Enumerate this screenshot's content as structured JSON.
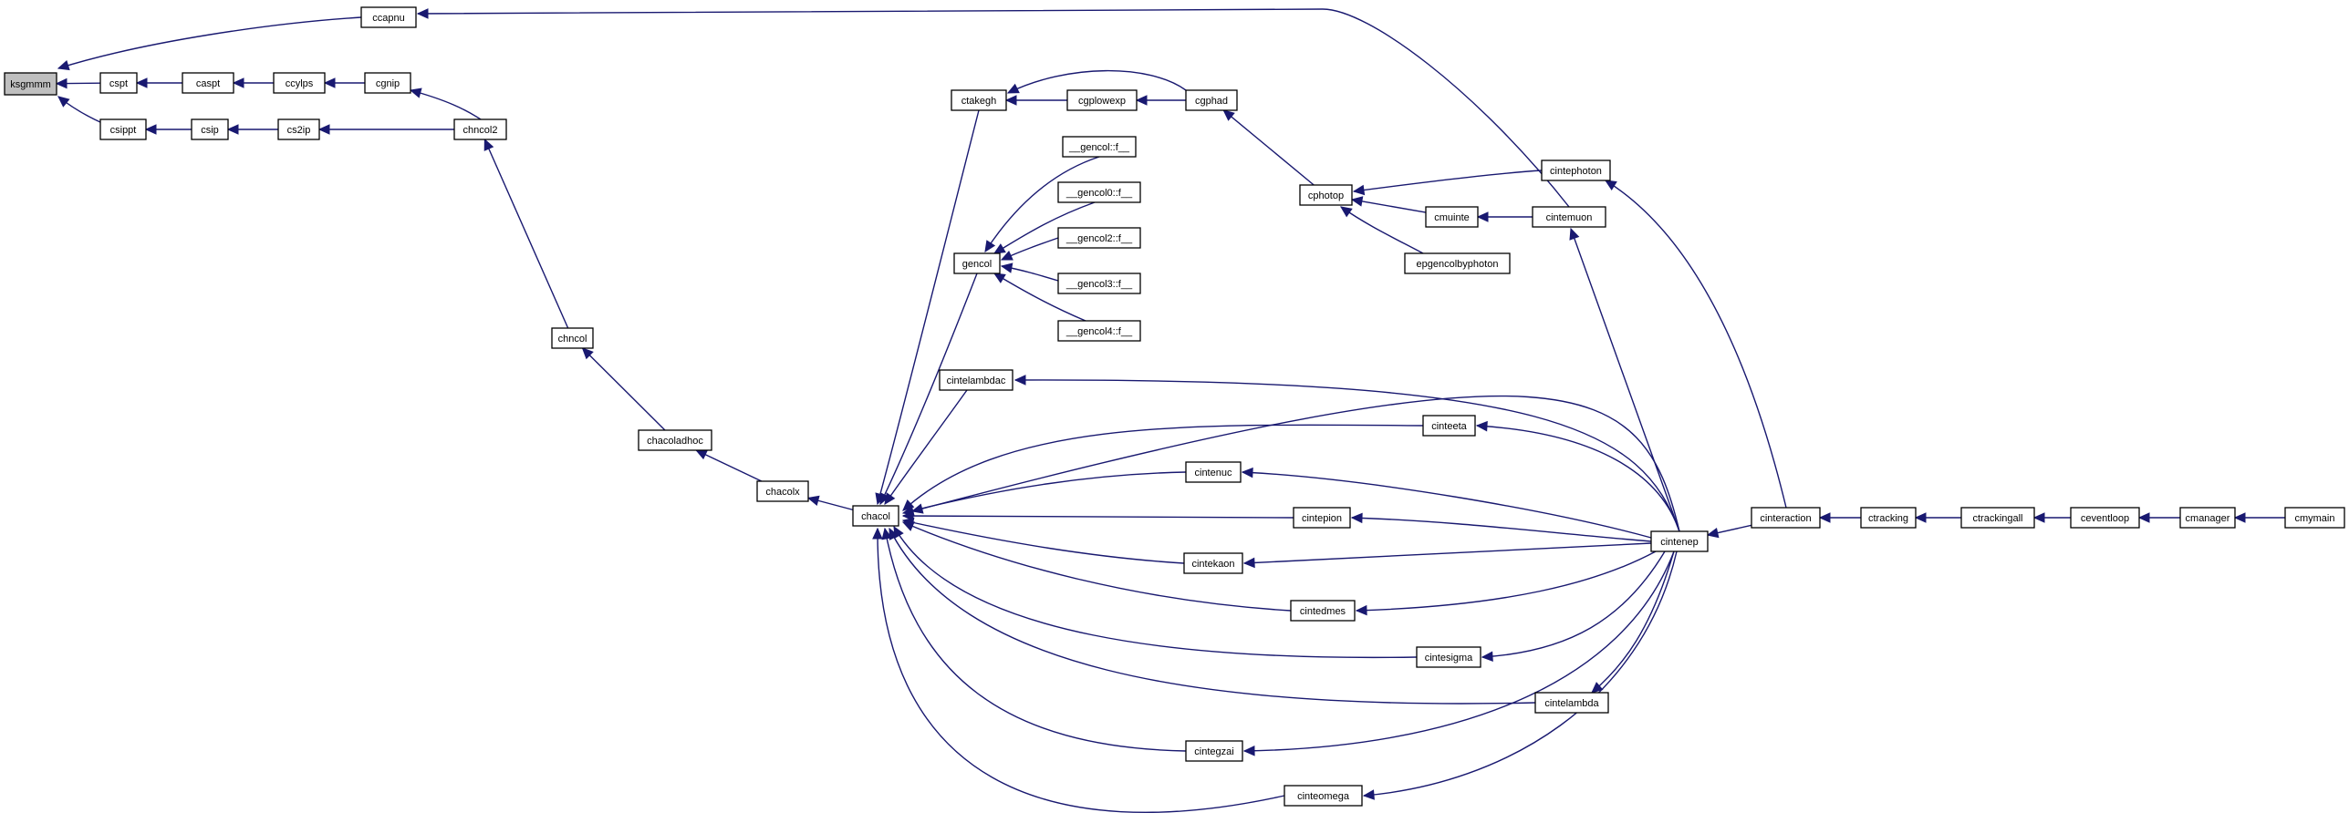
{
  "graph": {
    "type": "call-graph",
    "root": "ksgmmm",
    "nodes": [
      {
        "id": "ksgmmm",
        "label": "ksgmmm",
        "root": true
      },
      {
        "id": "ccapnu",
        "label": "ccapnu"
      },
      {
        "id": "cspt",
        "label": "cspt"
      },
      {
        "id": "caspt",
        "label": "caspt"
      },
      {
        "id": "ccylps",
        "label": "ccylps"
      },
      {
        "id": "cgnip",
        "label": "cgnip"
      },
      {
        "id": "csippt",
        "label": "csippt"
      },
      {
        "id": "csip",
        "label": "csip"
      },
      {
        "id": "cs2ip",
        "label": "cs2ip"
      },
      {
        "id": "chncol2",
        "label": "chncol2"
      },
      {
        "id": "chncol",
        "label": "chncol"
      },
      {
        "id": "chacoladhoc",
        "label": "chacoladhoc"
      },
      {
        "id": "chacolx",
        "label": "chacolx"
      },
      {
        "id": "chacol",
        "label": "chacol"
      },
      {
        "id": "ctakegh",
        "label": "ctakegh"
      },
      {
        "id": "cgplowexp",
        "label": "cgplowexp"
      },
      {
        "id": "cgphad",
        "label": "cgphad"
      },
      {
        "id": "gencol1",
        "label": "__gencol::f__"
      },
      {
        "id": "gencol0",
        "label": "__gencol0::f__"
      },
      {
        "id": "gencol2",
        "label": "__gencol2::f__"
      },
      {
        "id": "gencol3",
        "label": "__gencol3::f__"
      },
      {
        "id": "gencol4",
        "label": "__gencol4::f__"
      },
      {
        "id": "gencol",
        "label": "gencol"
      },
      {
        "id": "cphotop",
        "label": "cphotop"
      },
      {
        "id": "cintephoton",
        "label": "cintephoton"
      },
      {
        "id": "cmuinte",
        "label": "cmuinte"
      },
      {
        "id": "cintemuon",
        "label": "cintemuon"
      },
      {
        "id": "epgencolbyphoton",
        "label": "epgencolbyphoton"
      },
      {
        "id": "cintelambdac",
        "label": "cintelambdac"
      },
      {
        "id": "cinteeta",
        "label": "cinteeta"
      },
      {
        "id": "cintenuc",
        "label": "cintenuc"
      },
      {
        "id": "cintepion",
        "label": "cintepion"
      },
      {
        "id": "cintekaon",
        "label": "cintekaon"
      },
      {
        "id": "cintedmes",
        "label": "cintedmes"
      },
      {
        "id": "cintesigma",
        "label": "cintesigma"
      },
      {
        "id": "cintelambda",
        "label": "cintelambda"
      },
      {
        "id": "cintegzai",
        "label": "cintegzai"
      },
      {
        "id": "cinteomega",
        "label": "cinteomega"
      },
      {
        "id": "cintenep",
        "label": "cintenep"
      },
      {
        "id": "cinteraction",
        "label": "cinteraction"
      },
      {
        "id": "ctracking",
        "label": "ctracking"
      },
      {
        "id": "ctrackingall",
        "label": "ctrackingall"
      },
      {
        "id": "ceventloop",
        "label": "ceventloop"
      },
      {
        "id": "cmanager",
        "label": "cmanager"
      },
      {
        "id": "cmymain",
        "label": "cmymain"
      }
    ],
    "edges": [
      {
        "from": "ccapnu",
        "to": "ksgmmm"
      },
      {
        "from": "cspt",
        "to": "ksgmmm"
      },
      {
        "from": "csippt",
        "to": "ksgmmm"
      },
      {
        "from": "caspt",
        "to": "cspt"
      },
      {
        "from": "ccylps",
        "to": "caspt"
      },
      {
        "from": "cgnip",
        "to": "ccylps"
      },
      {
        "from": "chncol2",
        "to": "cgnip"
      },
      {
        "from": "csip",
        "to": "csippt"
      },
      {
        "from": "cs2ip",
        "to": "csip"
      },
      {
        "from": "chncol2",
        "to": "cs2ip"
      },
      {
        "from": "chncol",
        "to": "chncol2"
      },
      {
        "from": "chacoladhoc",
        "to": "chncol"
      },
      {
        "from": "chacolx",
        "to": "chacoladhoc"
      },
      {
        "from": "chacol",
        "to": "chacolx"
      },
      {
        "from": "ctakegh",
        "to": "chacol"
      },
      {
        "from": "gencol",
        "to": "chacol"
      },
      {
        "from": "cintelambdac",
        "to": "chacol"
      },
      {
        "from": "cinteeta",
        "to": "chacol"
      },
      {
        "from": "cintenuc",
        "to": "chacol"
      },
      {
        "from": "cintepion",
        "to": "chacol"
      },
      {
        "from": "cintekaon",
        "to": "chacol"
      },
      {
        "from": "cintedmes",
        "to": "chacol"
      },
      {
        "from": "cintesigma",
        "to": "chacol"
      },
      {
        "from": "cintelambda",
        "to": "chacol"
      },
      {
        "from": "cintegzai",
        "to": "chacol"
      },
      {
        "from": "cinteomega",
        "to": "chacol"
      },
      {
        "from": "cgplowexp",
        "to": "ctakegh"
      },
      {
        "from": "cgphad",
        "to": "ctakegh"
      },
      {
        "from": "cgphad",
        "to": "cgplowexp"
      },
      {
        "from": "cphotop",
        "to": "cgphad"
      },
      {
        "from": "gencol1",
        "to": "gencol"
      },
      {
        "from": "gencol0",
        "to": "gencol"
      },
      {
        "from": "gencol2",
        "to": "gencol"
      },
      {
        "from": "gencol3",
        "to": "gencol"
      },
      {
        "from": "gencol4",
        "to": "gencol"
      },
      {
        "from": "cintephoton",
        "to": "cphotop"
      },
      {
        "from": "cmuinte",
        "to": "cphotop"
      },
      {
        "from": "epgencolbyphoton",
        "to": "cphotop"
      },
      {
        "from": "cintemuon",
        "to": "cmuinte"
      },
      {
        "from": "cintemuon",
        "to": "ccapnu"
      },
      {
        "from": "cintenep",
        "to": "cintelambdac"
      },
      {
        "from": "cintenep",
        "to": "cinteeta"
      },
      {
        "from": "cintenep",
        "to": "cintenuc"
      },
      {
        "from": "cintenep",
        "to": "cintepion"
      },
      {
        "from": "cintenep",
        "to": "cintekaon"
      },
      {
        "from": "cintenep",
        "to": "cintedmes"
      },
      {
        "from": "cintenep",
        "to": "cintesigma"
      },
      {
        "from": "cintenep",
        "to": "cintelambda"
      },
      {
        "from": "cintenep",
        "to": "cintegzai"
      },
      {
        "from": "cintenep",
        "to": "cinteomega"
      },
      {
        "from": "cintenep",
        "to": "cintemuon"
      },
      {
        "from": "cintenep",
        "to": "chacol"
      },
      {
        "from": "cinteraction",
        "to": "cintenep"
      },
      {
        "from": "cinteraction",
        "to": "cintephoton"
      },
      {
        "from": "ctracking",
        "to": "cinteraction"
      },
      {
        "from": "ctrackingall",
        "to": "ctracking"
      },
      {
        "from": "ceventloop",
        "to": "ctrackingall"
      },
      {
        "from": "cmanager",
        "to": "ceventloop"
      },
      {
        "from": "cmymain",
        "to": "cmanager"
      }
    ],
    "colors": {
      "edge": "#191970",
      "node_border": "#000000",
      "node_fill": "#ffffff",
      "root_fill": "#bfbfbf"
    }
  }
}
